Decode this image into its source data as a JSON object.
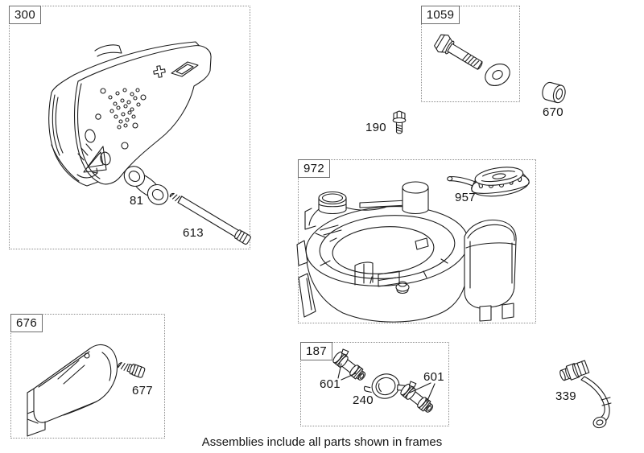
{
  "diagram": {
    "frames": {
      "muffler": {
        "label": "300"
      },
      "bolt_kit": {
        "label": "1059"
      },
      "fuel_tank": {
        "label": "972"
      },
      "cover": {
        "label": "676"
      },
      "fuel_filter_kit": {
        "label": "187"
      }
    },
    "parts": {
      "muffler_gasket": {
        "label": "81"
      },
      "muffler_screw": {
        "label": "613"
      },
      "spacer": {
        "label": "670"
      },
      "bolt": {
        "label": "190"
      },
      "fuel_cap": {
        "label": "957"
      },
      "cover_screw": {
        "label": "677"
      },
      "hose_clamps_left": {
        "label": "601"
      },
      "fuel_filter": {
        "label": "240"
      },
      "hose_clamps_right": {
        "label": "601"
      },
      "fuel_line": {
        "label": "339"
      }
    },
    "footer_note": "Assemblies include all parts shown in frames"
  }
}
